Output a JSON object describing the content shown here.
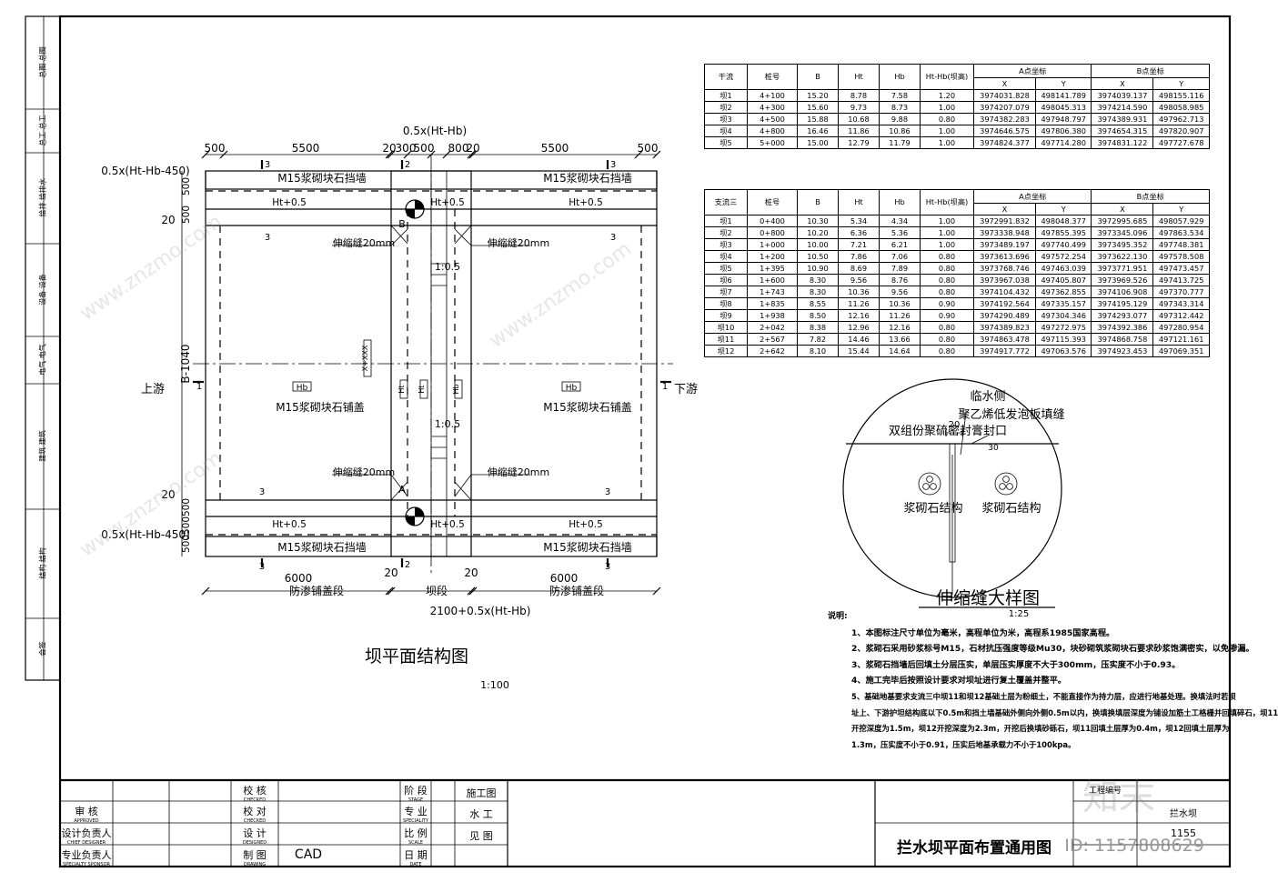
{
  "plan": {
    "title": "坝平面结构图",
    "scale": "1:100",
    "top_dims": [
      "500",
      "5500",
      "20",
      "300",
      "500",
      "800",
      "20",
      "5500",
      "500"
    ],
    "top_formula": "0.5x(Ht-Hb)",
    "left_formula": "0.5x(Ht-Hb-450)",
    "left_dims_top": [
      "500",
      "500",
      "20"
    ],
    "left_dims_bottom": [
      "20",
      "500",
      "500",
      "500"
    ],
    "side_dim": "B-1040",
    "wall_label": "M15浆砌块石挡墙",
    "paving_label": "M15浆砌块石铺盖",
    "cap_label": "Ht+0.5",
    "joint_label": "伸缩缝20mm",
    "slope_label": "1:0.5",
    "hb_label": "Hb",
    "ht_label": "Ht",
    "upstream": "上游",
    "downstream": "下游",
    "section_1": "1",
    "section_2": "2",
    "section_3": "3",
    "point_a": "A",
    "point_b": "B",
    "center_mark": "X+XXX",
    "bottom_dims": [
      "6000",
      "20",
      "20",
      "6000"
    ],
    "bottom_labels": [
      "防渗铺盖段",
      "坝段",
      "防渗铺盖段"
    ],
    "bottom_formula": "2100+0.5x(Ht-Hb)"
  },
  "main_table": {
    "group_label": "干流",
    "headers": [
      "桩号",
      "B",
      "Ht",
      "Hb",
      "Ht-Hb(坝高)"
    ],
    "coord_a": "A点坐标",
    "coord_b": "B点坐标",
    "x": "X",
    "y": "Y",
    "rows": [
      [
        "坝1",
        "4+100",
        "15.20",
        "8.78",
        "7.58",
        "1.20",
        "3974031.828",
        "498141.789",
        "3974039.137",
        "498155.116"
      ],
      [
        "坝2",
        "4+300",
        "15.60",
        "9.73",
        "8.73",
        "1.00",
        "3974207.079",
        "498045.313",
        "3974214.590",
        "498058.985"
      ],
      [
        "坝3",
        "4+500",
        "15.88",
        "10.68",
        "9.88",
        "0.80",
        "3974382.283",
        "497948.797",
        "3974389.931",
        "497962.713"
      ],
      [
        "坝4",
        "4+800",
        "16.46",
        "11.86",
        "10.86",
        "1.00",
        "3974646.575",
        "497806.380",
        "3974654.315",
        "497820.907"
      ],
      [
        "坝5",
        "5+000",
        "15.00",
        "12.79",
        "11.79",
        "1.00",
        "3974824.377",
        "497714.280",
        "3974831.122",
        "497727.678"
      ]
    ]
  },
  "trib_table": {
    "group_label": "支流三",
    "rows": [
      [
        "坝1",
        "0+400",
        "10.30",
        "5.34",
        "4.34",
        "1.00",
        "3972991.832",
        "498048.377",
        "3972995.685",
        "498057.929"
      ],
      [
        "坝2",
        "0+800",
        "10.20",
        "6.36",
        "5.36",
        "1.00",
        "3973338.948",
        "497855.395",
        "3973345.096",
        "497863.534"
      ],
      [
        "坝3",
        "1+000",
        "10.00",
        "7.21",
        "6.21",
        "1.00",
        "3973489.197",
        "497740.499",
        "3973495.352",
        "497748.381"
      ],
      [
        "坝4",
        "1+200",
        "10.50",
        "7.86",
        "7.06",
        "0.80",
        "3973613.696",
        "497572.254",
        "3973622.130",
        "497578.508"
      ],
      [
        "坝5",
        "1+395",
        "10.90",
        "8.69",
        "7.89",
        "0.80",
        "3973768.746",
        "497463.039",
        "3973771.951",
        "497473.457"
      ],
      [
        "坝6",
        "1+600",
        "8.30",
        "9.56",
        "8.76",
        "0.80",
        "3973967.038",
        "497405.807",
        "3973969.526",
        "497413.725"
      ],
      [
        "坝7",
        "1+743",
        "8.30",
        "10.36",
        "9.56",
        "0.80",
        "3974104.432",
        "497362.855",
        "3974106.908",
        "497370.777"
      ],
      [
        "坝8",
        "1+835",
        "8.55",
        "11.26",
        "10.36",
        "0.90",
        "3974192.564",
        "497335.157",
        "3974195.129",
        "497343.314"
      ],
      [
        "坝9",
        "1+938",
        "8.50",
        "12.16",
        "11.26",
        "0.90",
        "3974290.489",
        "497304.346",
        "3974293.077",
        "497312.442"
      ],
      [
        "坝10",
        "2+042",
        "8.38",
        "12.96",
        "12.16",
        "0.80",
        "3974389.823",
        "497272.975",
        "3974392.386",
        "497280.954"
      ],
      [
        "坝11",
        "2+567",
        "7.82",
        "14.46",
        "13.66",
        "0.80",
        "3974863.478",
        "497115.393",
        "3974868.758",
        "497121.161"
      ],
      [
        "坝12",
        "2+642",
        "8.10",
        "15.44",
        "14.64",
        "0.80",
        "3974917.772",
        "497063.576",
        "3974923.453",
        "497069.351"
      ]
    ]
  },
  "detail": {
    "title": "伸缩缝大样图",
    "scale": "1:25",
    "water_side": "临水侧",
    "filler": "聚乙烯低发泡板填缝",
    "sealant": "双组份聚硫密封膏封口",
    "dim": "20",
    "dim2": "30",
    "masonry": "浆砌石结构"
  },
  "notes": {
    "title": "说明:",
    "lines": [
      "1、本图标注尺寸单位为毫米，高程单位为米，高程系1985国家高程。",
      "2、浆砌石采用砂浆标号M15，石材抗压强度等级Mu30，块砂砌筑浆砌块石要求砂浆饱满密实，以免渗漏。",
      "3、浆砌石挡墙后回填土分层压实，单层压实厚度不大于300mm，压实度不小于0.93。",
      "4、施工完毕后按照设计要求对坝址进行复土覆盖并整平。",
      "5、基础地基要求支流三中坝11和坝12基础土层为粉细土，不能直接作为持力层，应进行地基处理。换填法时若坝",
      "址上、下游护坦结构底以下0.5m和挡土墙基础外侧向外侧0.5m以内，换填换填层深度为铺设加筋土工格栅并回填碎石，坝11",
      "开挖深度为1.5m，坝12开挖深度为2.3m，开挖后换填砂砾石，坝11回填土层厚为0.4m，坝12回填土层厚为",
      "1.3m，压实度不小于0.91，压实后地基承载力不小于100kpa。"
    ]
  },
  "title_block": {
    "roles": [
      "审 核",
      "设计负责人",
      "专业负责人"
    ],
    "roles_en": [
      "APPROVED",
      "CHIEF DESIGNER",
      "SPECIALTY SPONSOR"
    ],
    "checks": [
      "校 核",
      "校 对",
      "设 计",
      "制 图"
    ],
    "checks_en": [
      "CHECKED",
      "CHECKED",
      "DESIGNED",
      "DRAWING"
    ],
    "drafter": "CAD",
    "stage_labels": [
      "阶 段",
      "专 业",
      "比 例",
      "日 期"
    ],
    "stage_en": [
      "STAGE",
      "SPECIALITY",
      "SCALE",
      "DATE"
    ],
    "stage_values": [
      "施工图",
      "水 工",
      "见 图",
      ""
    ],
    "drawing_title": "拦水坝平面布置通用图",
    "project_label": "工程编号",
    "project_value": "拦水坝",
    "sheet_no": "1155"
  },
  "sidebar": {
    "cells": [
      "总图 总图",
      "总工 总工",
      "给排 给排水",
      "设备 设备",
      "电气 电气",
      "建筑 建筑",
      "结构 结构",
      "会签"
    ]
  },
  "watermark": {
    "brand": "知末",
    "id_text": "ID: 1157808629",
    "url": "www.znzmo.com"
  }
}
